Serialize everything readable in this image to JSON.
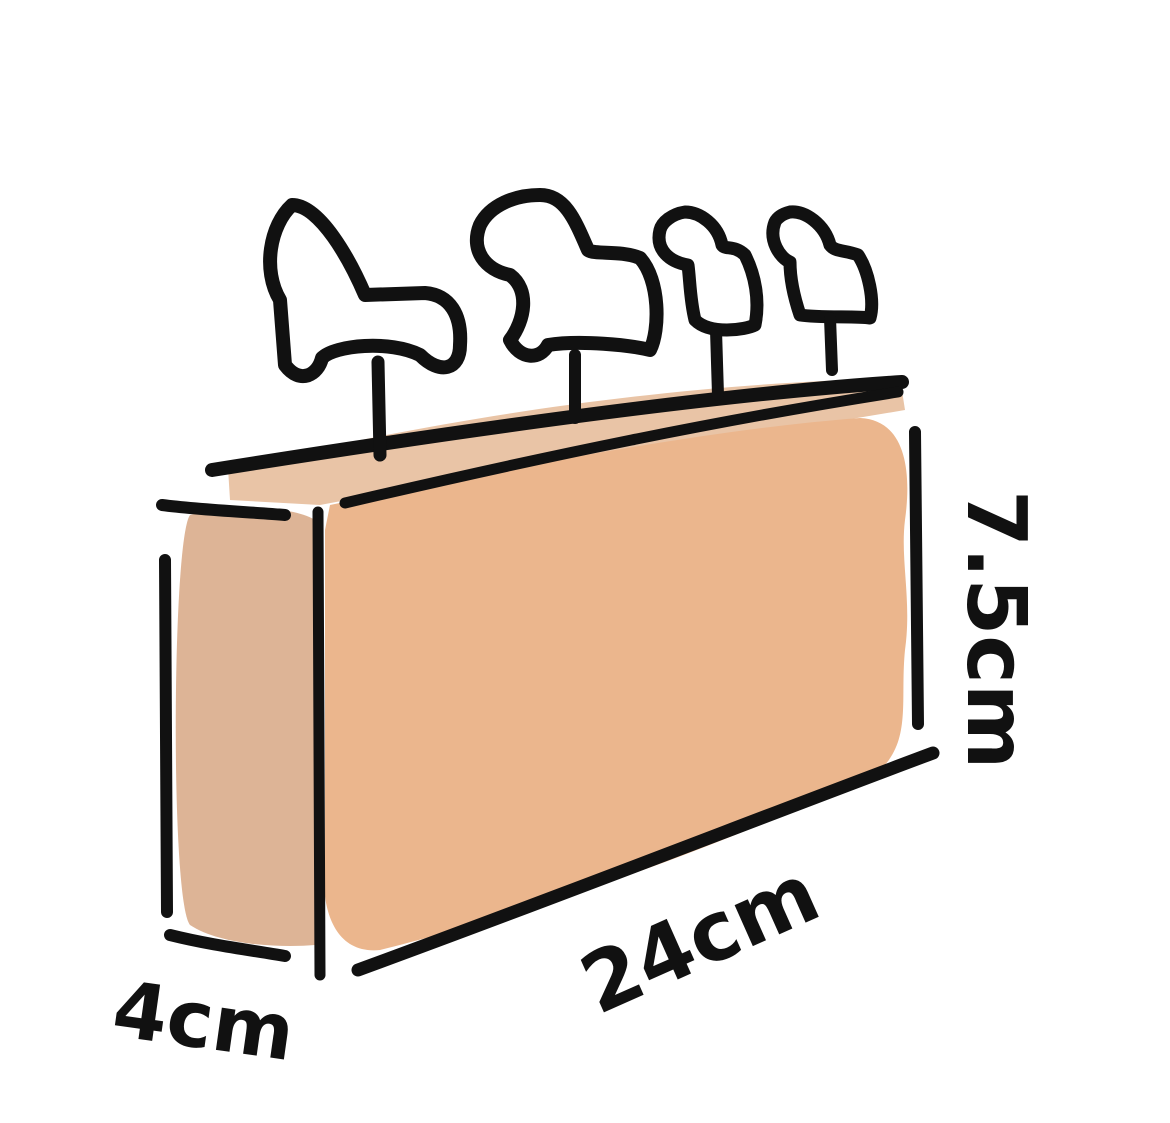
{
  "colors": {
    "front_face": "#ebb68d",
    "side_face": "#ddb496",
    "top_face": "#e9c4a6",
    "chair_fill": "#e9c4a6",
    "ink": "#111111",
    "background": "#ffffff"
  },
  "labels": {
    "depth": "4cm",
    "length": "24cm",
    "height": "7.5cm"
  },
  "chairs": {
    "count": 4
  }
}
